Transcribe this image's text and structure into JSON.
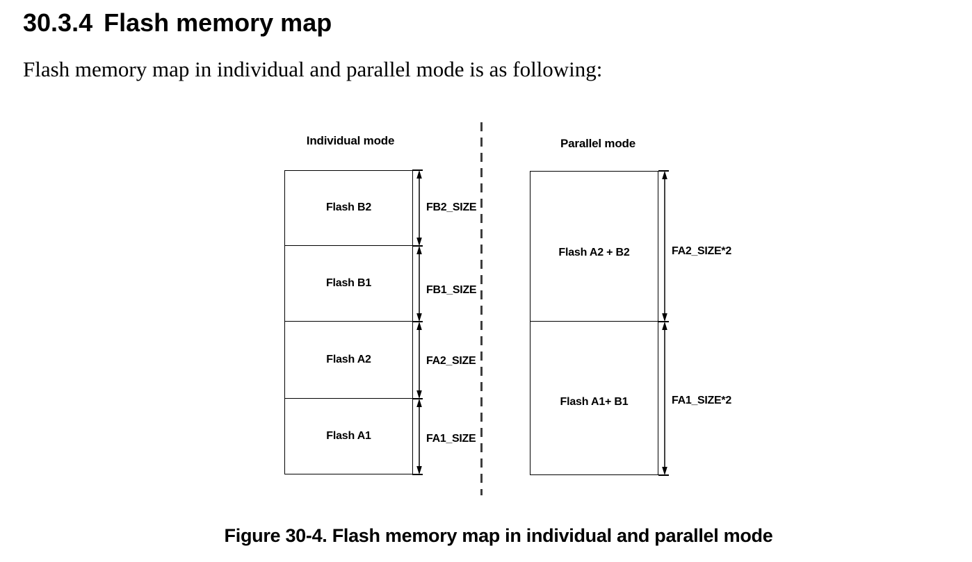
{
  "document": {
    "section_number": "30.3.4",
    "section_title": "Flash memory map",
    "body_text": "Flash memory map in individual and parallel mode is as following:",
    "caption": "Figure 30-4. Flash memory map in individual and parallel mode"
  },
  "figure": {
    "individual": {
      "title": "Individual mode",
      "blocks": [
        {
          "label": "Flash B2",
          "size_label": "FB2_SIZE"
        },
        {
          "label": "Flash B1",
          "size_label": "FB1_SIZE"
        },
        {
          "label": "Flash A2",
          "size_label": "FA2_SIZE"
        },
        {
          "label": "Flash A1",
          "size_label": "FA1_SIZE"
        }
      ]
    },
    "parallel": {
      "title": "Parallel mode",
      "blocks": [
        {
          "label": "Flash A2 + B2",
          "size_label": "FA2_SIZE*2"
        },
        {
          "label": "Flash A1+ B1",
          "size_label": "FA1_SIZE*2"
        }
      ]
    },
    "colors": {
      "line": "#000000",
      "dashed_divider": "#3d3d3d",
      "text": "#000000",
      "background": "#ffffff"
    }
  }
}
